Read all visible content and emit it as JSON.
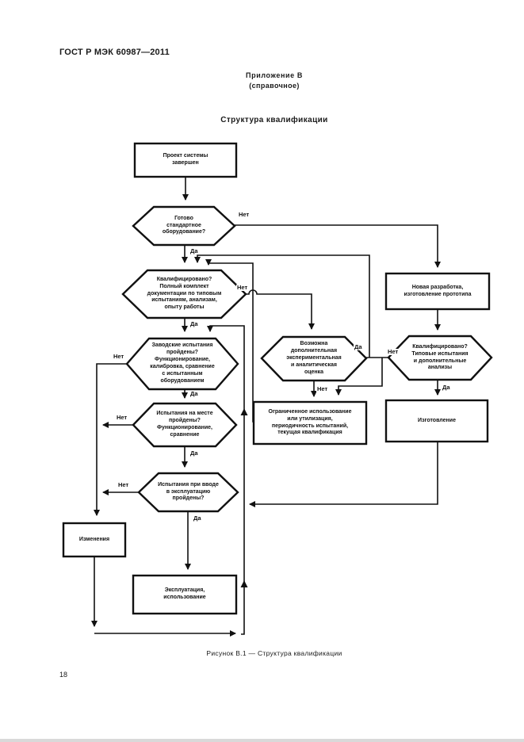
{
  "header": {
    "standard": "ГОСТ Р МЭК 60987—2011",
    "annex": "Приложение В",
    "annex_note": "(справочное)",
    "title": "Структура квалификации"
  },
  "nodes": {
    "project_done": "Проект системы\nзавершен",
    "std_equipment": "Готово\nстандартное\nоборудование?",
    "qualified_docs": "Квалифицировано?\nПолный комплект\nдокументации по типовым\nиспытаниям, анализам,\nопыту работы",
    "factory_tests": "Заводские испытания\nпройдены?\nФункционирование,\nкалибровка, сравнение\nс испытанным\nоборудованием",
    "site_tests": "Испытания на месте\nпройдены?\nФункционирование,\nсравнение",
    "commissioning_tests": "Испытания при вводе\nв эксплуатацию\nпройдены?",
    "changes": "Изменения",
    "operation": "Эксплуатация,\nиспользование",
    "additional_assessment": "Возможна\nдополнительная\nэкспериментальная\nи аналитическая\nоценка",
    "limited_use": "Ограниченное использование\nили утилизация,\nпериодичность испытаний,\nтекущая квалификация",
    "new_development": "Новая разработка,\nизготовление прототипа",
    "qualified_type_tests": "Квалифицировано?\nТиповые испытания\nи дополнительные\nанализы",
    "manufacturing": "Изготовление"
  },
  "labels": {
    "yes": "Да",
    "no": "Нет"
  },
  "caption": "Рисунок В.1 — Структура квалификации",
  "page_number": "18",
  "colors": {
    "ink": "#111111",
    "paper": "#ffffff"
  }
}
